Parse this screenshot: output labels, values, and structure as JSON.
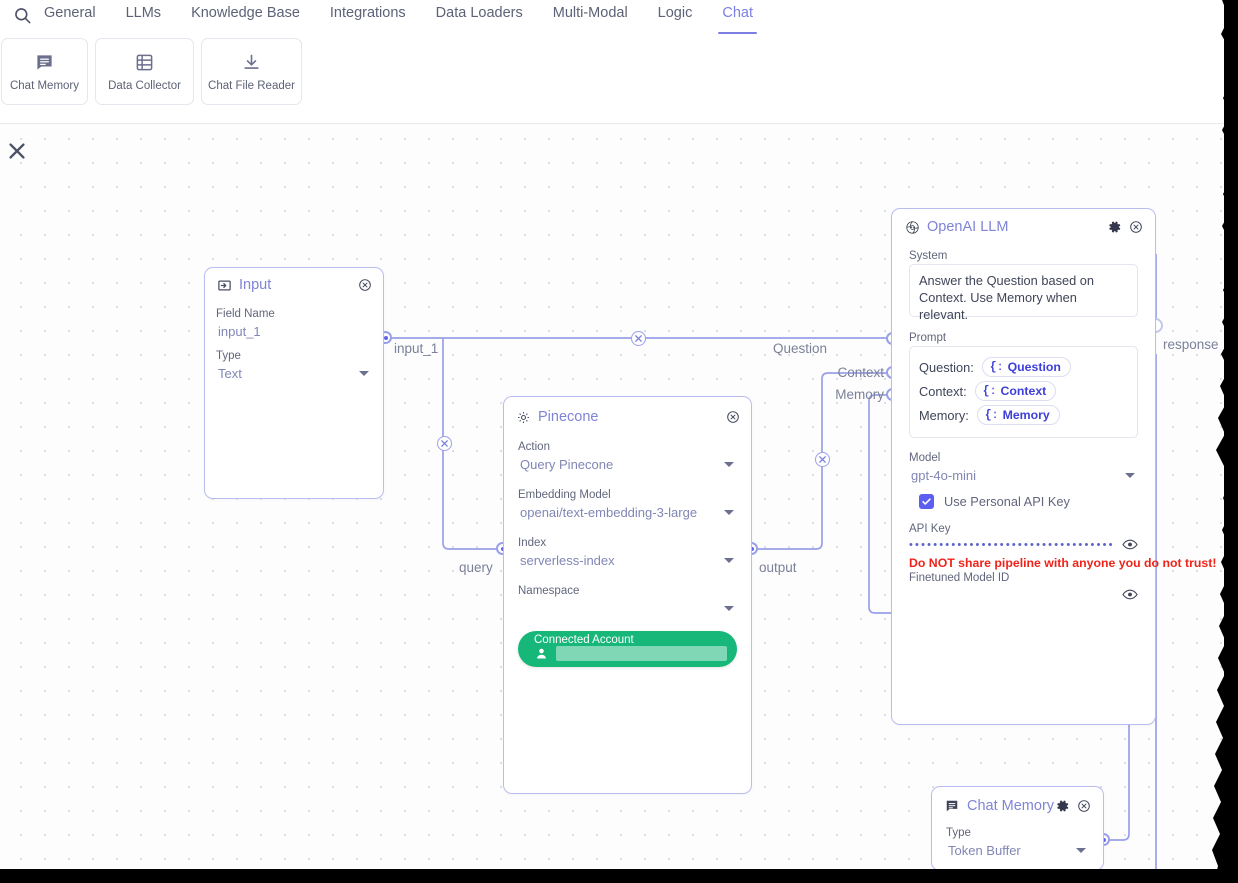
{
  "header": {
    "search_icon": "search-icon",
    "tabs": [
      {
        "label": "General",
        "active": false
      },
      {
        "label": "LLMs",
        "active": false
      },
      {
        "label": "Knowledge Base",
        "active": false
      },
      {
        "label": "Integrations",
        "active": false
      },
      {
        "label": "Data Loaders",
        "active": false
      },
      {
        "label": "Multi-Modal",
        "active": false
      },
      {
        "label": "Logic",
        "active": false
      },
      {
        "label": "Chat",
        "active": true
      }
    ],
    "palette": [
      {
        "label": "Chat Memory",
        "icon": "chat-bubble-icon"
      },
      {
        "label": "Data Collector",
        "icon": "table-list-icon"
      },
      {
        "label": "Chat File Reader",
        "icon": "download-icon"
      }
    ]
  },
  "canvas": {
    "close_icon": "close-icon",
    "edge_labels": {
      "input_1": "input_1",
      "query": "query",
      "output": "output",
      "question": "Question",
      "context": "Context",
      "memory": "Memory",
      "response": "response"
    }
  },
  "nodes": {
    "input": {
      "title": "Input",
      "icon": "input-arrow-icon",
      "close_icon": "close-circle-icon",
      "fields": [
        {
          "label": "Field Name",
          "value": "input_1",
          "type": "text"
        },
        {
          "label": "Type",
          "value": "Text",
          "type": "select"
        }
      ]
    },
    "pinecone": {
      "title": "Pinecone",
      "icon": "pinecone-icon",
      "close_icon": "close-circle-icon",
      "fields": [
        {
          "label": "Action",
          "value": "Query Pinecone",
          "type": "select"
        },
        {
          "label": "Embedding Model",
          "value": "openai/text-embedding-3-large",
          "type": "select"
        },
        {
          "label": "Index",
          "value": "serverless-index",
          "type": "select"
        },
        {
          "label": "Namespace",
          "value": "",
          "type": "select"
        }
      ],
      "account": {
        "label": "Connected Account",
        "value": "",
        "icon": "user-icon",
        "color": "#16b778"
      }
    },
    "openai_llm": {
      "title": "OpenAI LLM",
      "icon": "openai-icon",
      "settings_icon": "gear-icon",
      "close_icon": "close-circle-icon",
      "system": {
        "label": "System",
        "value": "Answer the Question based on Context. Use Memory when relevant."
      },
      "prompt": {
        "label": "Prompt",
        "rows": [
          {
            "key": "Question:",
            "chip": "Question"
          },
          {
            "key": "Context:",
            "chip": "Context"
          },
          {
            "key": "Memory:",
            "chip": "Memory"
          }
        ]
      },
      "model": {
        "label": "Model",
        "value": "gpt-4o-mini"
      },
      "use_personal_api_key": {
        "label": "Use Personal API Key",
        "checked": true
      },
      "api_key": {
        "label": "API Key",
        "masked_value": "•••••••••••••••••••••••••••••••••••••",
        "eye_icon": "eye-icon"
      },
      "warning": "Do NOT share pipeline with anyone you do not trust!",
      "finetuned": {
        "label": "Finetuned Model ID",
        "value": "",
        "eye_icon": "eye-icon"
      }
    },
    "chat_memory": {
      "title": "Chat Memory",
      "icon": "chat-bubble-icon",
      "settings_icon": "gear-icon",
      "close_icon": "close-circle-icon",
      "fields": [
        {
          "label": "Type",
          "value": "Token Buffer",
          "type": "select"
        }
      ]
    }
  },
  "colors": {
    "accent": "#7b7fe3",
    "edge": "#9aa0e8",
    "node_border": "#b9bdf0",
    "node_title": "#7f84d6",
    "warning": "#f0231a",
    "account_green": "#16b778",
    "checkbox": "#5b5ef0"
  }
}
